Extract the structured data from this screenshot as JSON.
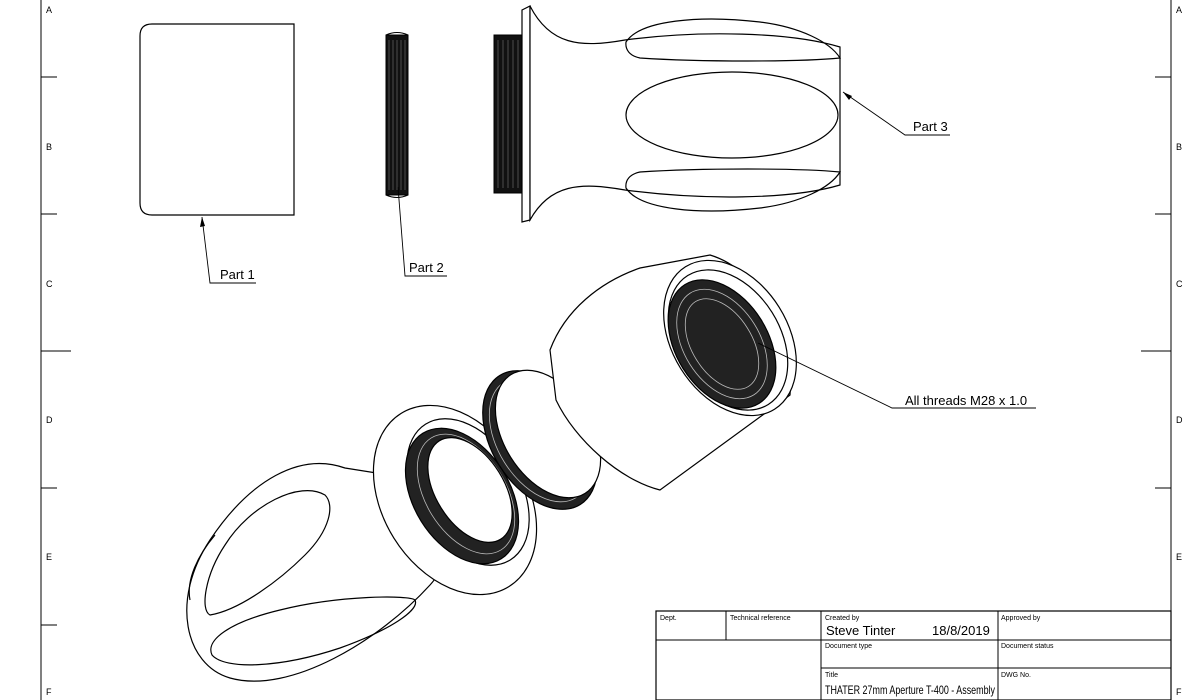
{
  "zones": {
    "rows": [
      "A",
      "B",
      "C",
      "D",
      "E",
      "F"
    ]
  },
  "callouts": {
    "part1": "Part 1",
    "part2": "Part 2",
    "part3": "Part 3",
    "threads": "All threads M28 x 1.0"
  },
  "title_block": {
    "dept_label": "Dept.",
    "technical_reference_label": "Technical reference",
    "created_by_label": "Created by",
    "created_by_value": "Steve Tinter",
    "created_date": "18/8/2019",
    "approved_by_label": "Approved by",
    "document_type_label": "Document type",
    "document_status_label": "Document status",
    "title_label": "Title",
    "title_value": "THATER 27mm Aperture T-400 - Assembly",
    "dwg_no_label": "DWG No."
  }
}
